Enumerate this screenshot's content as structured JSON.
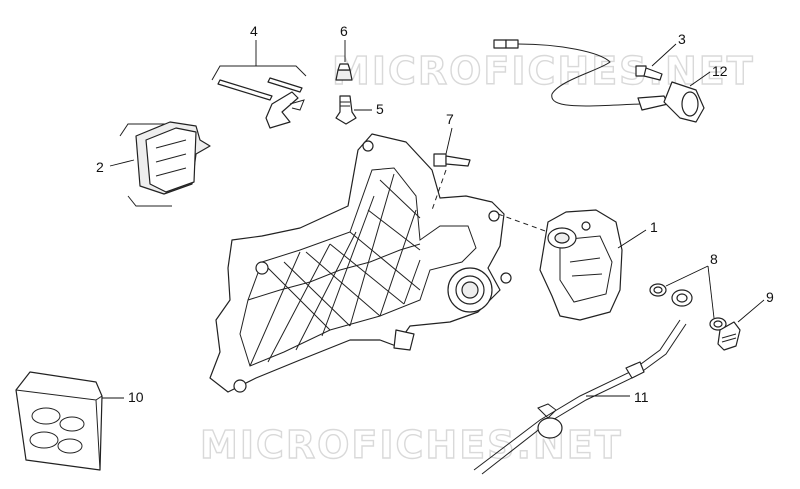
{
  "watermark": "MICROFICHES.NET",
  "callouts": {
    "c1": "1",
    "c2": "2",
    "c3": "3",
    "c4": "4",
    "c5": "5",
    "c6": "6",
    "c7": "7",
    "c8": "8",
    "c9": "9",
    "c10": "10",
    "c11": "11",
    "c12": "12"
  }
}
